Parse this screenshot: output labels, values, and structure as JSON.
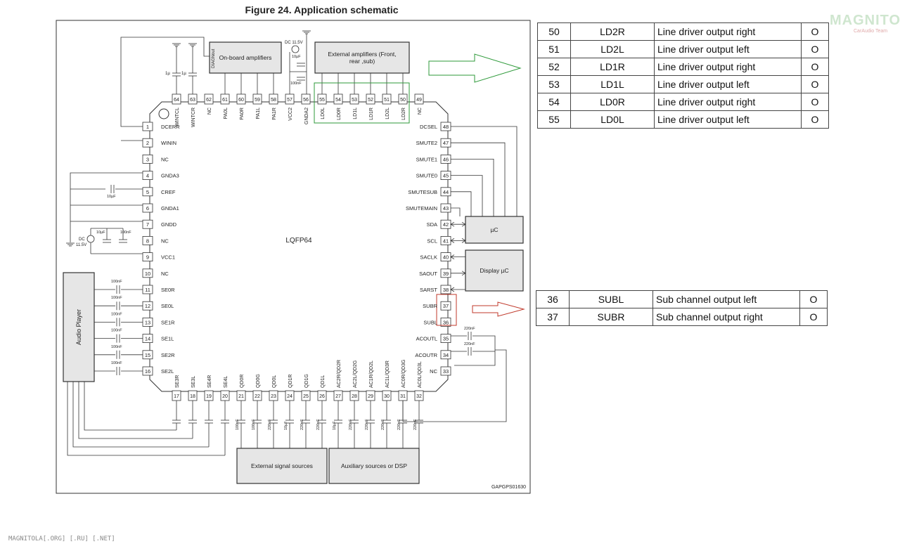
{
  "title": "Figure 24. Application schematic",
  "chip_label": "LQFP64",
  "code": "GAPGPS01630",
  "boxes": {
    "onboard": "On-board amplifiers",
    "external_amp_line1": "External amplifiers (Front,",
    "external_amp_line2": "rear ,sub)",
    "uc": "µC",
    "display_uc": "Display µC",
    "audio_player": "Audio Player",
    "ext_sources": "External signal sources",
    "aux_sources": "Auxiliary sources or DSP",
    "diagnout": "DIAGNout"
  },
  "supply": {
    "dc_top": "DC 11.5V",
    "dc_left": "DC",
    "dc_left_v": "11.5V"
  },
  "caps": {
    "c10u": "10µF",
    "c100n": "100nF",
    "c1u": "1µ",
    "c220n": "220nF"
  },
  "pins_left": [
    {
      "n": "1",
      "name": "DCERR"
    },
    {
      "n": "2",
      "name": "WININ"
    },
    {
      "n": "3",
      "name": "NC"
    },
    {
      "n": "4",
      "name": "GNDA3"
    },
    {
      "n": "5",
      "name": "CREF"
    },
    {
      "n": "6",
      "name": "GNDA1"
    },
    {
      "n": "7",
      "name": "GNDD"
    },
    {
      "n": "8",
      "name": "NC"
    },
    {
      "n": "9",
      "name": "VCC1"
    },
    {
      "n": "10",
      "name": "NC"
    },
    {
      "n": "11",
      "name": "SE0R"
    },
    {
      "n": "12",
      "name": "SE0L"
    },
    {
      "n": "13",
      "name": "SE1R"
    },
    {
      "n": "14",
      "name": "SE1L"
    },
    {
      "n": "15",
      "name": "SE2R"
    },
    {
      "n": "16",
      "name": "SE2L"
    }
  ],
  "pins_right": [
    {
      "n": "48",
      "name": "DCSEL"
    },
    {
      "n": "47",
      "name": "SMUTE2"
    },
    {
      "n": "46",
      "name": "SMUTE1"
    },
    {
      "n": "45",
      "name": "SMUTE0"
    },
    {
      "n": "44",
      "name": "SMUTESUB"
    },
    {
      "n": "43",
      "name": "SMUTEMAIN"
    },
    {
      "n": "42",
      "name": "SDA"
    },
    {
      "n": "41",
      "name": "SCL"
    },
    {
      "n": "40",
      "name": "SACLK"
    },
    {
      "n": "39",
      "name": "SAOUT"
    },
    {
      "n": "38",
      "name": "SARST"
    },
    {
      "n": "37",
      "name": "SUBR"
    },
    {
      "n": "36",
      "name": "SUBL"
    },
    {
      "n": "35",
      "name": "ACOUTL"
    },
    {
      "n": "34",
      "name": "ACOUTR"
    },
    {
      "n": "33",
      "name": "NC"
    }
  ],
  "pins_top": [
    {
      "n": "64",
      "name": "WINTCL"
    },
    {
      "n": "63",
      "name": "WINTCR"
    },
    {
      "n": "62",
      "name": "NC"
    },
    {
      "n": "61",
      "name": "PA0L"
    },
    {
      "n": "60",
      "name": "PA0R"
    },
    {
      "n": "59",
      "name": "PA1L"
    },
    {
      "n": "58",
      "name": "PA1R"
    },
    {
      "n": "57",
      "name": "VCC2"
    },
    {
      "n": "56",
      "name": "GNDA2"
    },
    {
      "n": "55",
      "name": "LD0L"
    },
    {
      "n": "54",
      "name": "LD0R"
    },
    {
      "n": "53",
      "name": "LD1L"
    },
    {
      "n": "52",
      "name": "LD1R"
    },
    {
      "n": "51",
      "name": "LD2L"
    },
    {
      "n": "50",
      "name": "LD2R"
    },
    {
      "n": "49",
      "name": "NC"
    }
  ],
  "pins_bottom": [
    {
      "n": "17",
      "name": "SE3R"
    },
    {
      "n": "18",
      "name": "SE3L"
    },
    {
      "n": "19",
      "name": "SE4R"
    },
    {
      "n": "20",
      "name": "SE4L"
    },
    {
      "n": "21",
      "name": "QD0R"
    },
    {
      "n": "22",
      "name": "QD0G"
    },
    {
      "n": "23",
      "name": "QD0L"
    },
    {
      "n": "24",
      "name": "QD1R"
    },
    {
      "n": "25",
      "name": "QD1G"
    },
    {
      "n": "26",
      "name": "QD1L"
    },
    {
      "n": "27",
      "name": "AC2R/QD2R"
    },
    {
      "n": "28",
      "name": "AC2L/QD2G"
    },
    {
      "n": "29",
      "name": "AC1R/QD2L"
    },
    {
      "n": "30",
      "name": "AC1L/QD3R"
    },
    {
      "n": "31",
      "name": "AC0R/QD3G"
    },
    {
      "n": "32",
      "name": "AC0L/QD3L"
    }
  ],
  "bottom_caps": [
    "100nF",
    "100nF",
    "100nF",
    "220nF",
    "10µF",
    "220nF",
    "220nF",
    "10µF",
    "220nF",
    "220nF",
    "220nF",
    "220nF",
    "220nF"
  ],
  "table_a": [
    {
      "num": "50",
      "name": "LD2R",
      "desc": "Line driver output right",
      "type": "O"
    },
    {
      "num": "51",
      "name": "LD2L",
      "desc": "Line driver output left",
      "type": "O"
    },
    {
      "num": "52",
      "name": "LD1R",
      "desc": "Line driver output right",
      "type": "O"
    },
    {
      "num": "53",
      "name": "LD1L",
      "desc": "Line driver output left",
      "type": "O"
    },
    {
      "num": "54",
      "name": "LD0R",
      "desc": "Line driver output right",
      "type": "O"
    },
    {
      "num": "55",
      "name": "LD0L",
      "desc": "Line driver output left",
      "type": "O"
    }
  ],
  "table_b": [
    {
      "num": "36",
      "name": "SUBL",
      "desc": "Sub channel output left",
      "type": "O"
    },
    {
      "num": "37",
      "name": "SUBR",
      "desc": "Sub channel output right",
      "type": "O"
    }
  ],
  "logo": {
    "main": "MAGNITOLA",
    "sub": "CarAudio Team"
  },
  "footer": "MAGNITOLA[.ORG] [.RU] [.NET]",
  "colors": {
    "highlight_green": "#2e9a3a",
    "highlight_red": "#c0392b",
    "box_fill": "#e6e6e6"
  }
}
